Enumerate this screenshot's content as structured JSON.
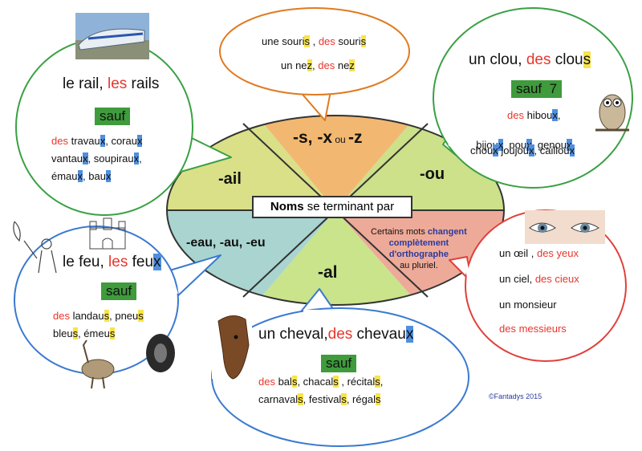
{
  "center": {
    "bold": "Noms",
    "rest": " se terminant par"
  },
  "wheel": {
    "top": {
      "a": "-s, -x",
      "ou": " ou ",
      "b": "-z"
    },
    "ail": "-ail",
    "ou": "-ou",
    "eau": "-eau, -au, -eu",
    "al": "-al",
    "special": [
      "Certains mots",
      "changent",
      "complètement",
      "d'orthographe",
      "au pluriel."
    ]
  },
  "bubble_s": {
    "line1": {
      "a": "une souri",
      "s1": "s",
      "sep": " , ",
      "des": "des",
      "b": " souri",
      "s2": "s"
    },
    "line2": {
      "a": "un ne",
      "z1": "z",
      "sep": ", ",
      "des": "des",
      "b": " ne",
      "z2": "z"
    }
  },
  "bubble_ail": {
    "title": {
      "a": "le rail, ",
      "les": "les",
      "b": " rails"
    },
    "sauf": "sauf",
    "line1": {
      "des": "des",
      "a": " travau",
      "x1": "x",
      "b": ", corau",
      "x2": "x"
    },
    "line2": {
      "a": "vantau",
      "x1": "x",
      "b": ", soupirau",
      "x2": "x",
      "c": ","
    },
    "line3": {
      "a": "émau",
      "x1": "x",
      "b": ", bau",
      "x2": "x"
    }
  },
  "bubble_ou": {
    "title": {
      "a": "un clou, ",
      "des": "des",
      "b": " clou",
      "s": "s"
    },
    "sauf": "sauf  7",
    "line1": {
      "des": "des",
      "a": " hibou",
      "x1": "x",
      "b": ","
    },
    "line2": {
      "a": "bijou",
      "x1": "x",
      "b": "  pou",
      "x2": "x",
      "c": ", genou",
      "x3": "x",
      "d": ","
    },
    "line3": {
      "a": "chou",
      "x1": "x",
      "b": " joujou",
      "x2": "x",
      "c": ", caillou",
      "x3": "x"
    }
  },
  "bubble_eu": {
    "title": {
      "a": "le feu, ",
      "les": "les",
      "b": " feu",
      "x": "x"
    },
    "sauf": "sauf",
    "line1": {
      "des": "des",
      "a": " landau",
      "s1": "s",
      "b": ", pneu",
      "s2": "s"
    },
    "line2": {
      "a": "bleu",
      "s1": "s",
      "b": ", émeu",
      "s2": "s"
    }
  },
  "bubble_al": {
    "title": {
      "a": "un cheval,",
      "des": "des",
      "b": " chevau",
      "x": "x"
    },
    "sauf": "sauf",
    "line1": {
      "des": "des",
      "a": " bal",
      "s1": "s",
      "b": ", chacal",
      "s2": "s",
      "c": " , récital",
      "s3": "s",
      "d": ","
    },
    "line2": {
      "a": "carnaval",
      "s1": "s",
      "b": ", festival",
      "s2": "s",
      "c": ", régal",
      "s3": "s"
    }
  },
  "bubble_irr": {
    "line1": {
      "a": "un œil , ",
      "b": "des yeux"
    },
    "line2": {
      "a": "un ciel, ",
      "b": "des cieux"
    },
    "line3": "un monsieur",
    "line4": "des messieurs"
  },
  "copyright": "©Fantadys 2015",
  "colors": {
    "red": "#e8362c",
    "highlight_yellow": "#f7e34a",
    "highlight_blue": "#4f8fe0",
    "sauf_green": "#3f9b3c",
    "orange_border": "#e07a20",
    "green_border": "#3aa043",
    "blue_border": "#3a7ad0",
    "red_border": "#e0403a"
  }
}
